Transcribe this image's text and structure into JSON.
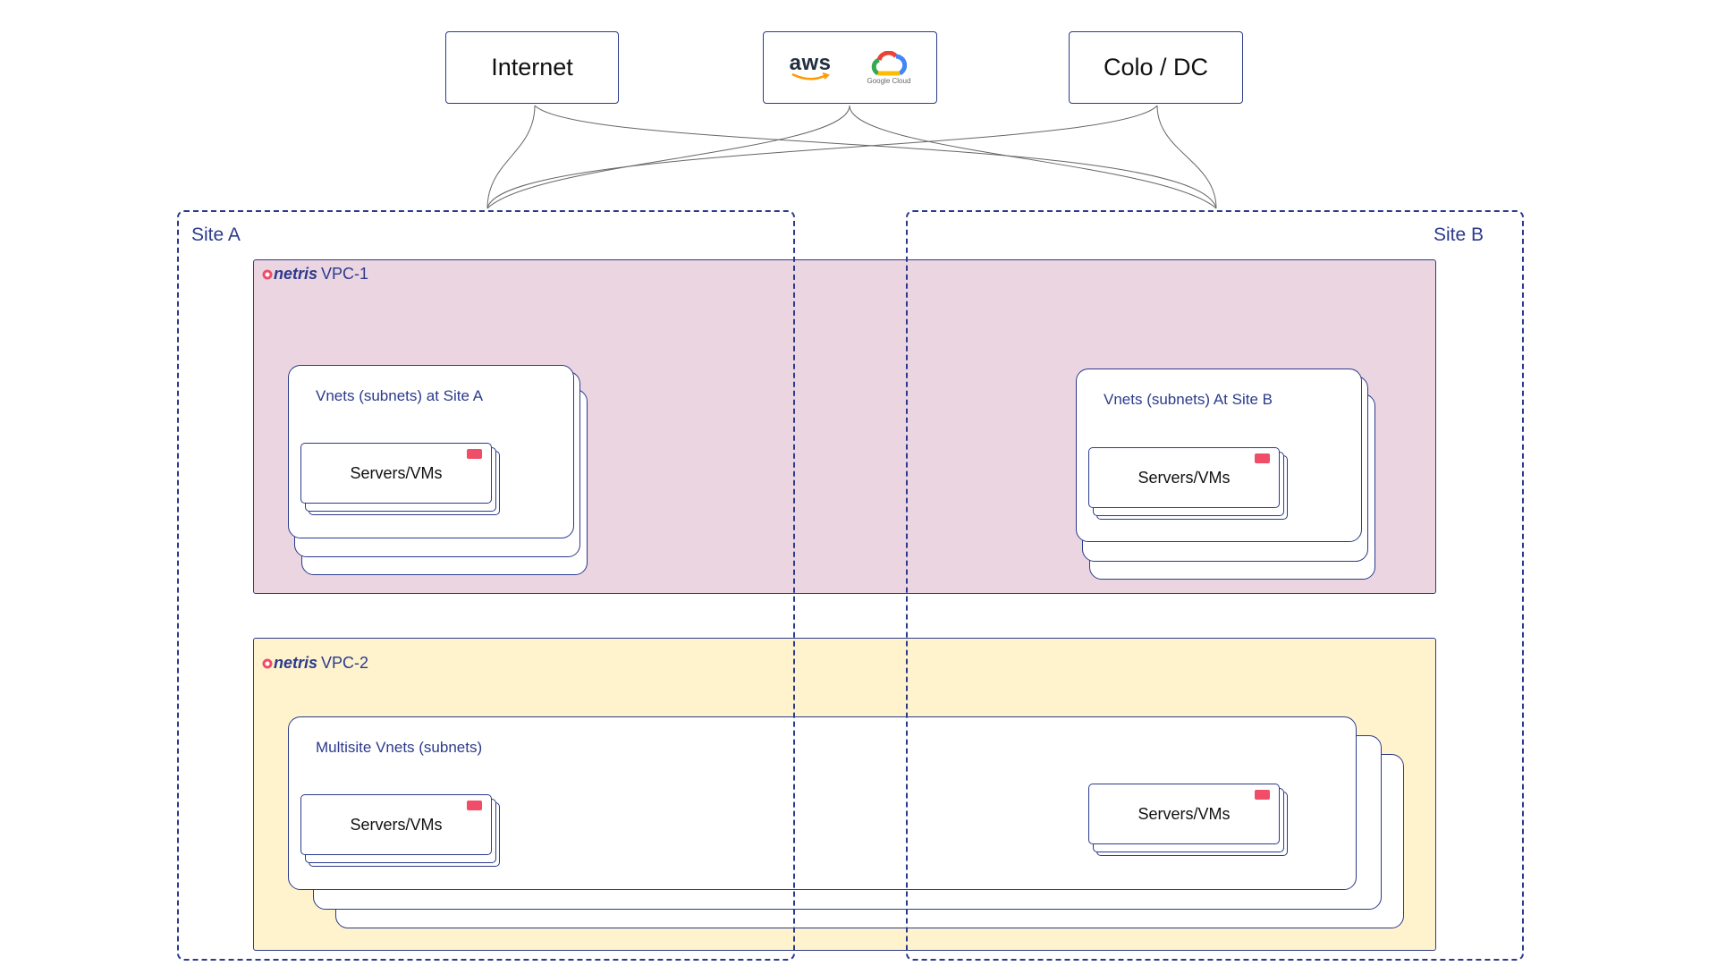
{
  "diagram": {
    "top_nodes": {
      "internet": "Internet",
      "cloud": {
        "aws": "aws",
        "google": "Google Cloud"
      },
      "colo": "Colo / DC"
    },
    "sites": {
      "a": "Site A",
      "b": "Site B"
    },
    "brand": "netris",
    "vpcs": [
      {
        "label": "VPC-1",
        "color": "#e8cfdc"
      },
      {
        "label": "VPC-2",
        "color": "#fff1c9"
      }
    ],
    "vnets": {
      "site_a": "Vnets (subnets) at Site A",
      "site_b": "Vnets (subnets) At Site B",
      "multisite": "Multisite Vnets (subnets)"
    },
    "server_label": "Servers/VMs",
    "colors": {
      "accent": "#2b3a8c",
      "flag": "#f04e68"
    }
  }
}
